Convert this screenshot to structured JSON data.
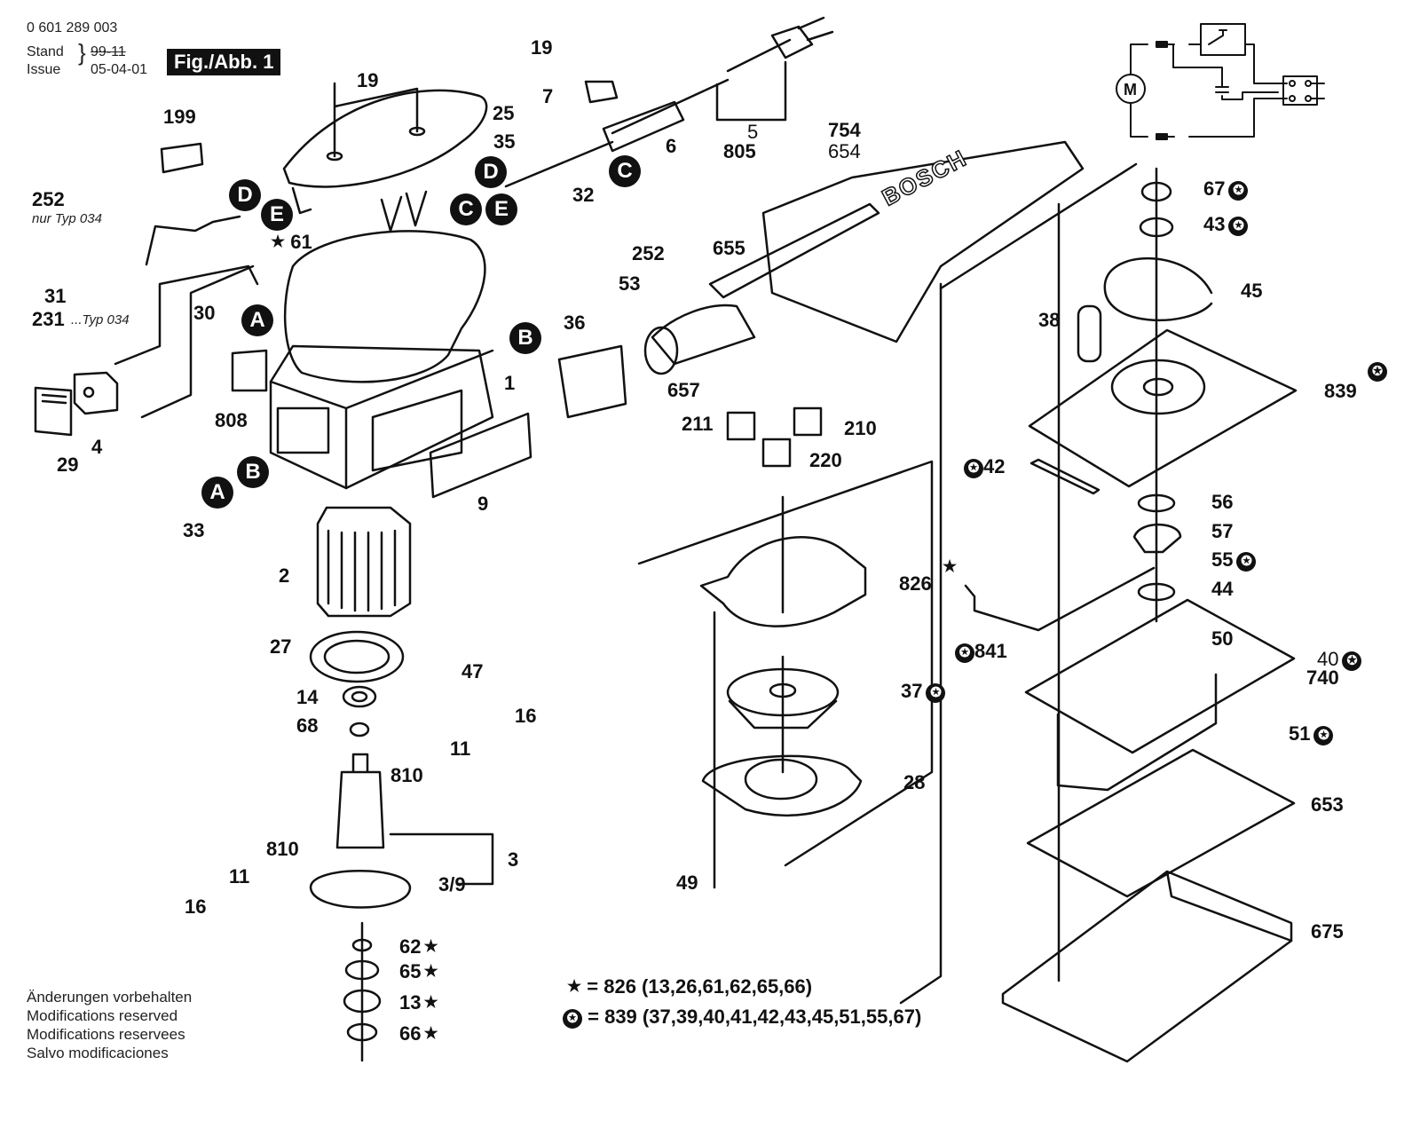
{
  "header": {
    "part_number": "0 601 289 003",
    "stand_label": "Stand",
    "issue_label": "Issue",
    "stand_value": "99-11",
    "issue_value": "05-04-01",
    "figure_label": "Fig./Abb. 1"
  },
  "brand_text": "BOSCH",
  "connectors": [
    "A",
    "B",
    "C",
    "D",
    "E"
  ],
  "parts": {
    "p19a": "19",
    "p19b": "19",
    "p25": "25",
    "p199": "199",
    "p252a": "252",
    "p252a_note": "nur Typ 034",
    "p61": "61",
    "p31": "31",
    "p231": "231",
    "p231_note": "...Typ 034",
    "p30": "30",
    "p808": "808",
    "p1": "1",
    "p4": "4",
    "p29": "29",
    "p9": "9",
    "p33": "33",
    "p2": "2",
    "p27": "27",
    "p47": "47",
    "p14": "14",
    "p68": "68",
    "p16a": "16",
    "p11a": "11",
    "p810a": "810",
    "p810b": "810",
    "p11b": "11",
    "p16b": "16",
    "p3": "3",
    "p39": "3/9",
    "p62": "62",
    "p65": "65",
    "p13": "13",
    "p66": "66",
    "p7": "7",
    "p35": "35",
    "p32": "32",
    "p6": "6",
    "p5": "5",
    "p805": "805",
    "p754": "754",
    "p654": "654",
    "p252b": "252",
    "p53": "53",
    "p36": "36",
    "p655": "655",
    "p657": "657",
    "p211": "211",
    "p210": "210",
    "p220": "220",
    "p826": "826",
    "p37": "37",
    "p28": "28",
    "p49": "49",
    "p67": "67",
    "p43": "43",
    "p45": "45",
    "p38": "38",
    "p839": "839",
    "p42": "42",
    "p56": "56",
    "p57": "57",
    "p55": "55",
    "p44": "44",
    "p841": "841",
    "p50": "50",
    "p40": "40",
    "p740": "740",
    "p51": "51",
    "p653": "653",
    "p675": "675"
  },
  "legend": {
    "star_kit": "= 826 (13,26,61,62,65,66)",
    "circle_star_kit": "= 839 (37,39,40,41,42,43,45,51,55,67)"
  },
  "footer": [
    "Änderungen vorbehalten",
    "Modifications reserved",
    "Modifications reservees",
    "Salvo modificaciones"
  ],
  "schematic": {
    "motor_label": "M"
  },
  "icons": {
    "star": "★",
    "circle_star": "✪"
  }
}
